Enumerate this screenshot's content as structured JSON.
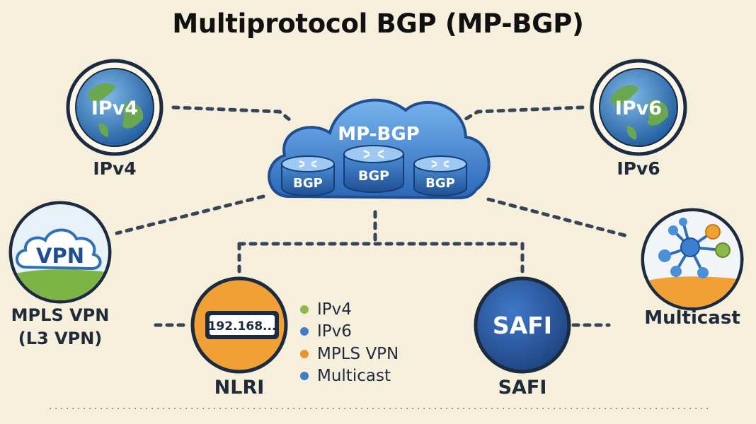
{
  "title": "Multiprotocol BGP (MP-BGP)",
  "cloud": {
    "label": "MP-BGP",
    "routers": [
      "BGP",
      "BGP",
      "BGP"
    ]
  },
  "nodes": {
    "ipv4": {
      "globe_text": "IPv4",
      "label": "IPv4"
    },
    "ipv6": {
      "globe_text": "IPv6",
      "label": "IPv6"
    },
    "mpls_vpn": {
      "icon_text": "VPN",
      "label_line1": "MPLS VPN",
      "label_line2": "(L3 VPN)"
    },
    "multicast": {
      "label": "Multicast"
    },
    "nlri": {
      "field_text": "192.168...",
      "label": "NLRI"
    },
    "safi": {
      "icon_text": "SAFI",
      "label": "SAFI"
    }
  },
  "legend": [
    {
      "text": "IPv4",
      "color": "#8cb84a"
    },
    {
      "text": "IPv6",
      "color": "#3f7ec7"
    },
    {
      "text": "MPLS VPN",
      "color": "#e8942e"
    },
    {
      "text": "Multicast",
      "color": "#3f7ec7"
    }
  ],
  "colors": {
    "background": "#f6efdc",
    "cloud_blue": "#3d7fcf",
    "dark_blue": "#274f8f",
    "orange": "#f0a035",
    "green": "#8cb84a",
    "line": "#374356"
  }
}
